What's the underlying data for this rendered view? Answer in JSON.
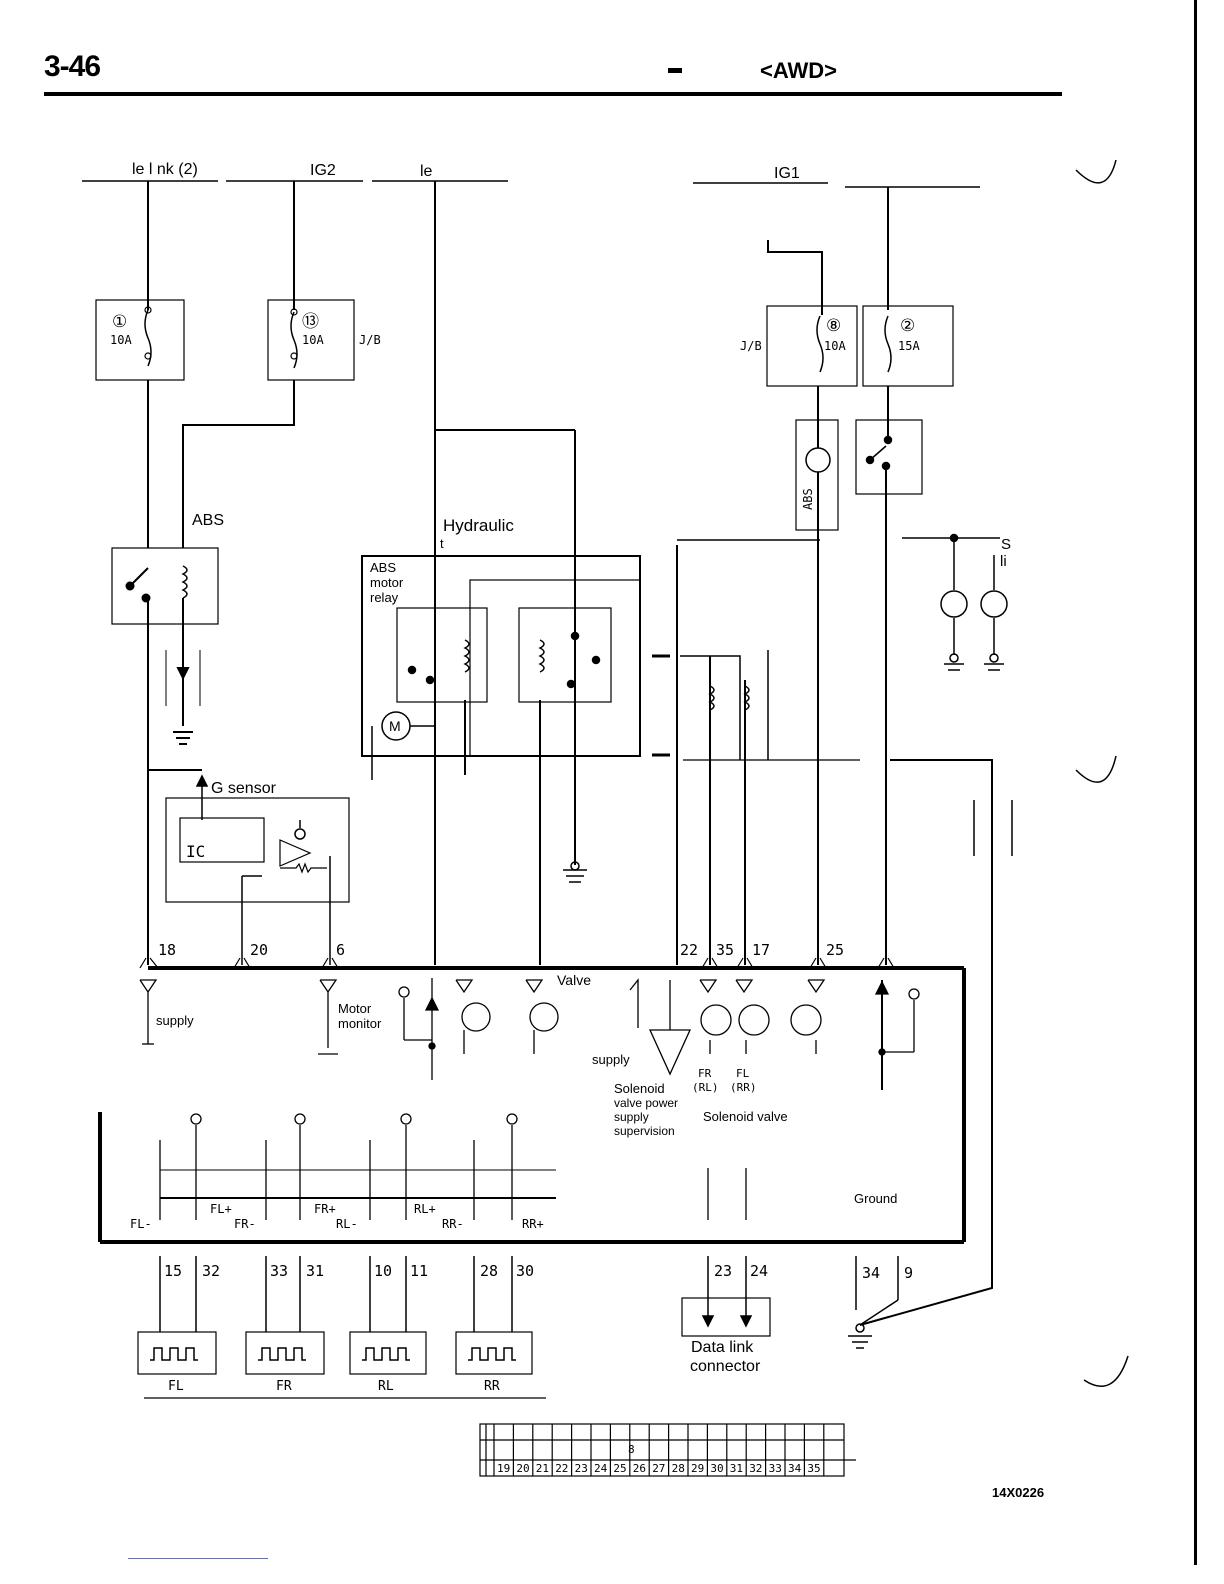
{
  "header": {
    "page_number": "3-46",
    "title": "<AWD>"
  },
  "supplies": {
    "left_1": "le l nk (2)",
    "left_2": "IG2",
    "left_3": "le",
    "right_1": "IG1"
  },
  "fuses": [
    {
      "num": "①",
      "amp": "10A"
    },
    {
      "num": "⑬",
      "amp": "10A"
    },
    {
      "num": "⑧",
      "amp": "10A"
    },
    {
      "num": "②",
      "amp": "15A"
    }
  ],
  "jb": {
    "left": "J/B",
    "right": "J/B"
  },
  "labels": {
    "abs": "ABS",
    "hydraulic": "Hydraulic",
    "hydraulic_mark": "t",
    "abs_motor_relay_1": "ABS",
    "abs_motor_relay_2": "motor",
    "abs_motor_relay_3": "relay",
    "abs_warning": "ABS",
    "g_sensor": "G sensor",
    "ic": "IC",
    "motor": "M",
    "valve": "Valve",
    "supply_left": "supply",
    "motor_monitor_1": "Motor",
    "motor_monitor_2": "monitor",
    "supply_mid": "supply",
    "solenoid_1": "Solenoid",
    "solenoid_2": "valve power",
    "solenoid_3": "supply",
    "solenoid_4": "supervision",
    "fr": "FR",
    "fl": "FL",
    "rl": "(RL)",
    "rr": "(RR)",
    "solenoid_valve": "Solenoid valve",
    "ground": "Ground",
    "data_link_1": "Data link",
    "data_link_2": "connector",
    "right_s": "S",
    "right_li": "li",
    "sensor_fl": "FL",
    "sensor_fr": "FR",
    "sensor_rl": "RL",
    "sensor_rr": "RR",
    "fl_minus": "FL-",
    "fl_plus": "FL+",
    "fr_minus": "FR-",
    "fr_plus": "FR+",
    "rl_minus": "RL-",
    "rl_plus": "RL+",
    "rr_minus": "RR-",
    "rr_plus": "RR+",
    "ref_code": "14X0226"
  },
  "top_pins": [
    "18",
    "20",
    "6",
    "22",
    "35",
    "17",
    "25"
  ],
  "bottom_pins": [
    "15",
    "32",
    "33",
    "31",
    "10",
    "11",
    "28",
    "30",
    "23",
    "24",
    "34",
    "9"
  ],
  "connector": {
    "top_cell": "8",
    "bottom_row": [
      "19",
      "20",
      "21",
      "22",
      "23",
      "24",
      "25",
      "26",
      "27",
      "28",
      "29",
      "30",
      "31",
      "32",
      "33",
      "34",
      "35"
    ]
  }
}
